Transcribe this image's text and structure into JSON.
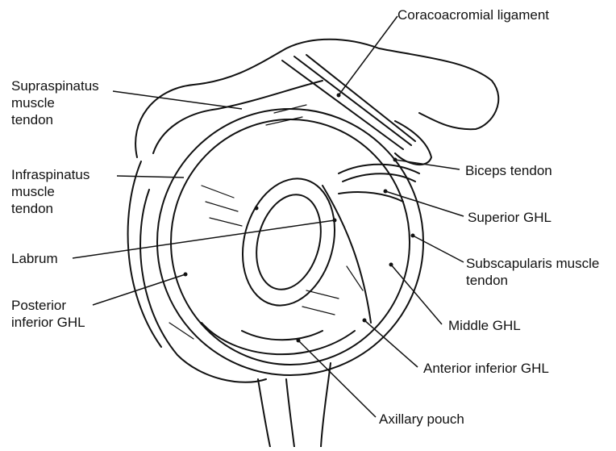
{
  "labels": {
    "coracoacromial": "Coracoacromial ligament",
    "supraspinatus": "Supraspinatus\nmuscle\ntendon",
    "infraspinatus": "Infraspinatus\nmuscle\ntendon",
    "labrum": "Labrum",
    "posterior_inferior": "Posterior\ninferior GHL",
    "biceps": "Biceps tendon",
    "superior_ghl": "Superior GHL",
    "subscapularis": "Subscapularis muscle\ntendon",
    "middle_ghl": "Middle GHL",
    "anterior_inferior": "Anterior inferior GHL",
    "axillary_pouch": "Axillary pouch"
  },
  "colors": {
    "ink": "#111111",
    "paper": "#ffffff"
  }
}
